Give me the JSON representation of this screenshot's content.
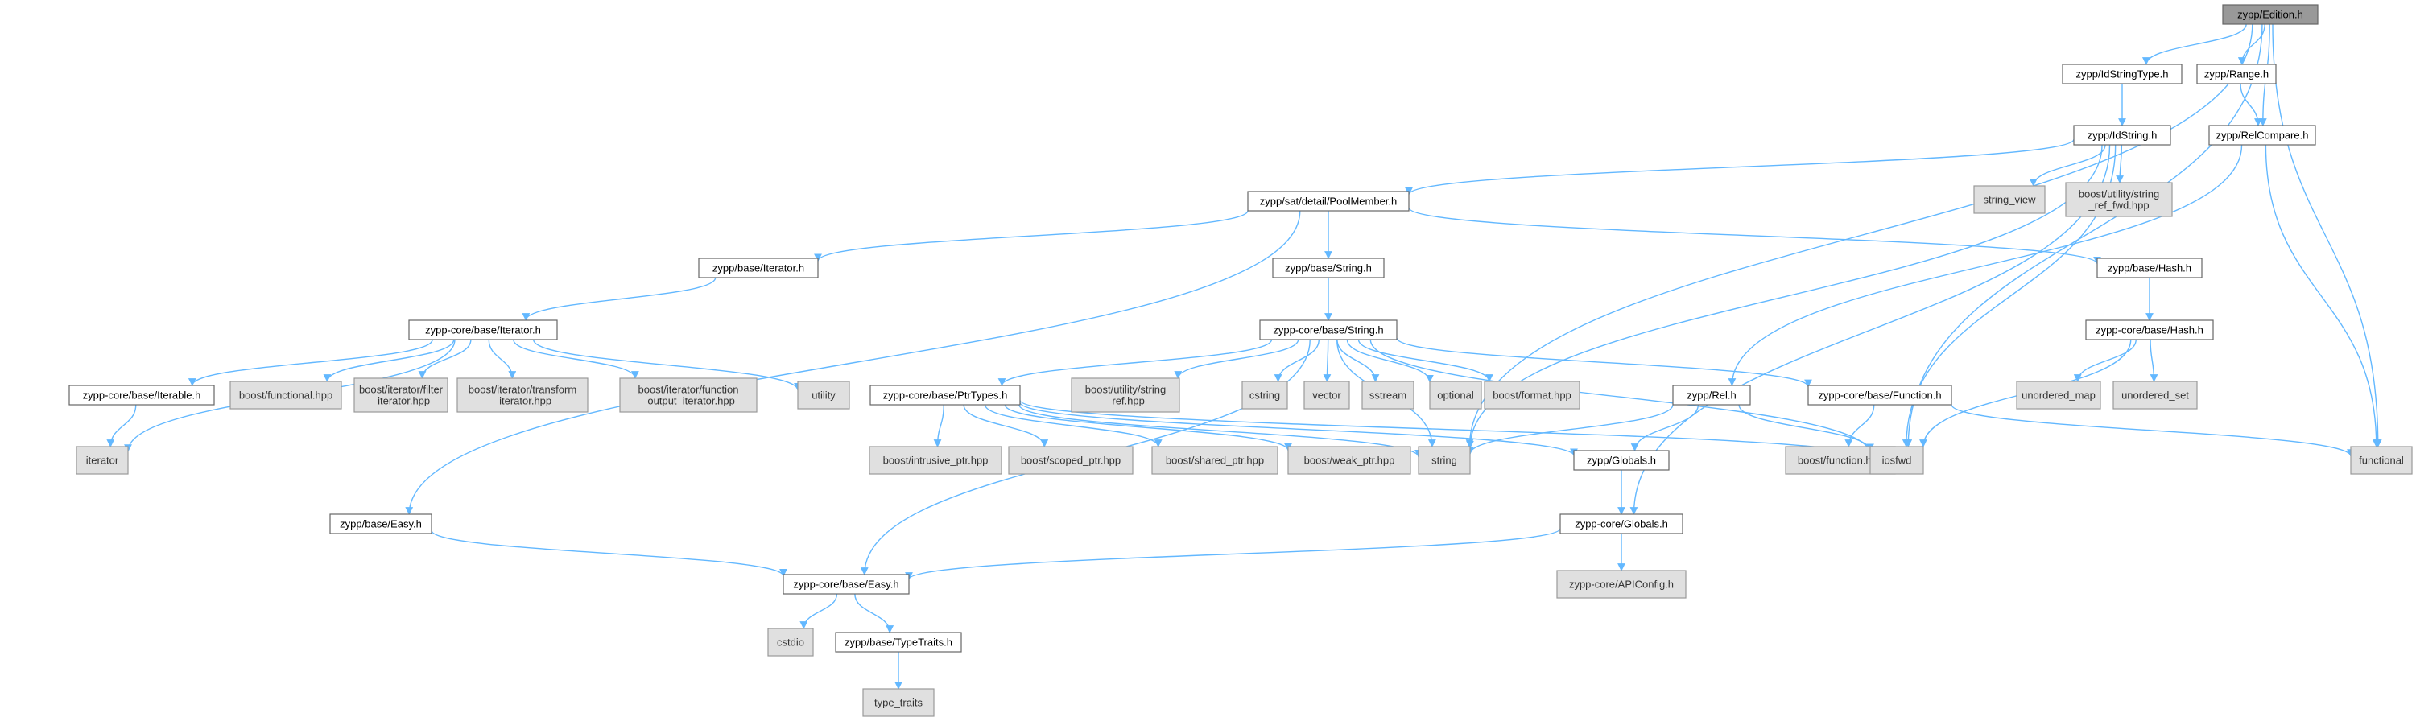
{
  "colors": {
    "edge": "#63b8ff",
    "local_fill": "#ffffff",
    "external_fill": "#e0e0e0",
    "root_fill": "#999999",
    "border": "#666666"
  },
  "nodes": [
    {
      "id": "edition",
      "label": "zypp/Edition.h",
      "kind": "root"
    },
    {
      "id": "idstringtype",
      "label": "zypp/IdStringType.h",
      "kind": "local"
    },
    {
      "id": "range",
      "label": "zypp/Range.h",
      "kind": "local"
    },
    {
      "id": "idstring",
      "label": "zypp/IdString.h",
      "kind": "local"
    },
    {
      "id": "relcompare",
      "label": "zypp/RelCompare.h",
      "kind": "local"
    },
    {
      "id": "string_view",
      "label": "string_view",
      "kind": "external"
    },
    {
      "id": "string_ref_fwd",
      "label": "boost/utility/string\n_ref_fwd.hpp",
      "kind": "external"
    },
    {
      "id": "poolmember",
      "label": "zypp/sat/detail/PoolMember.h",
      "kind": "local"
    },
    {
      "id": "base_iterator",
      "label": "zypp/base/Iterator.h",
      "kind": "local"
    },
    {
      "id": "base_string",
      "label": "zypp/base/String.h",
      "kind": "local"
    },
    {
      "id": "base_hash",
      "label": "zypp/base/Hash.h",
      "kind": "local"
    },
    {
      "id": "core_iterator",
      "label": "zypp-core/base/Iterator.h",
      "kind": "local"
    },
    {
      "id": "core_string",
      "label": "zypp-core/base/String.h",
      "kind": "local"
    },
    {
      "id": "core_hash",
      "label": "zypp-core/base/Hash.h",
      "kind": "local"
    },
    {
      "id": "core_iterable",
      "label": "zypp-core/base/Iterable.h",
      "kind": "local"
    },
    {
      "id": "boost_functional",
      "label": "boost/functional.hpp",
      "kind": "external"
    },
    {
      "id": "filter_iterator",
      "label": "boost/iterator/filter\n_iterator.hpp",
      "kind": "external"
    },
    {
      "id": "transform_iterator",
      "label": "boost/iterator/transform\n_iterator.hpp",
      "kind": "external"
    },
    {
      "id": "function_output_iterator",
      "label": "boost/iterator/function\n_output_iterator.hpp",
      "kind": "external"
    },
    {
      "id": "utility",
      "label": "utility",
      "kind": "external"
    },
    {
      "id": "iterator",
      "label": "iterator",
      "kind": "external"
    },
    {
      "id": "ptrtypes",
      "label": "zypp-core/base/PtrTypes.h",
      "kind": "local"
    },
    {
      "id": "string_ref",
      "label": "boost/utility/string\n_ref.hpp",
      "kind": "external"
    },
    {
      "id": "cstring",
      "label": "cstring",
      "kind": "external"
    },
    {
      "id": "vector",
      "label": "vector",
      "kind": "external"
    },
    {
      "id": "sstream",
      "label": "sstream",
      "kind": "external"
    },
    {
      "id": "optional",
      "label": "optional",
      "kind": "external"
    },
    {
      "id": "boost_format",
      "label": "boost/format.hpp",
      "kind": "external"
    },
    {
      "id": "rel",
      "label": "zypp/Rel.h",
      "kind": "local"
    },
    {
      "id": "core_function",
      "label": "zypp-core/base/Function.h",
      "kind": "local"
    },
    {
      "id": "unordered_map",
      "label": "unordered_map",
      "kind": "external"
    },
    {
      "id": "unordered_set",
      "label": "unordered_set",
      "kind": "external"
    },
    {
      "id": "intrusive_ptr",
      "label": "boost/intrusive_ptr.hpp",
      "kind": "external"
    },
    {
      "id": "scoped_ptr",
      "label": "boost/scoped_ptr.hpp",
      "kind": "external"
    },
    {
      "id": "shared_ptr",
      "label": "boost/shared_ptr.hpp",
      "kind": "external"
    },
    {
      "id": "weak_ptr",
      "label": "boost/weak_ptr.hpp",
      "kind": "external"
    },
    {
      "id": "string",
      "label": "string",
      "kind": "external"
    },
    {
      "id": "globals",
      "label": "zypp/Globals.h",
      "kind": "local"
    },
    {
      "id": "boost_function",
      "label": "boost/function.hpp",
      "kind": "external"
    },
    {
      "id": "iosfwd",
      "label": "iosfwd",
      "kind": "external"
    },
    {
      "id": "functional",
      "label": "functional",
      "kind": "external"
    },
    {
      "id": "base_easy",
      "label": "zypp/base/Easy.h",
      "kind": "local"
    },
    {
      "id": "core_globals",
      "label": "zypp-core/Globals.h",
      "kind": "local"
    },
    {
      "id": "core_easy",
      "label": "zypp-core/base/Easy.h",
      "kind": "local"
    },
    {
      "id": "apiconfig",
      "label": "zypp-core/APIConfig.h",
      "kind": "external"
    },
    {
      "id": "cstdio",
      "label": "cstdio",
      "kind": "external"
    },
    {
      "id": "typetraits",
      "label": "zypp/base/TypeTraits.h",
      "kind": "local"
    },
    {
      "id": "type_traits",
      "label": "type_traits",
      "kind": "external"
    }
  ],
  "edges": [
    [
      "edition",
      "idstringtype"
    ],
    [
      "edition",
      "range"
    ],
    [
      "edition",
      "relcompare"
    ],
    [
      "edition",
      "iosfwd"
    ],
    [
      "edition",
      "functional"
    ],
    [
      "edition",
      "string"
    ],
    [
      "idstringtype",
      "idstring"
    ],
    [
      "range",
      "relcompare"
    ],
    [
      "idstring",
      "string_view"
    ],
    [
      "idstring",
      "string_ref_fwd"
    ],
    [
      "idstring",
      "poolmember"
    ],
    [
      "idstring",
      "string"
    ],
    [
      "idstring",
      "iosfwd"
    ],
    [
      "idstring",
      "core_globals"
    ],
    [
      "relcompare",
      "functional"
    ],
    [
      "relcompare",
      "rel"
    ],
    [
      "poolmember",
      "base_iterator"
    ],
    [
      "poolmember",
      "base_string"
    ],
    [
      "poolmember",
      "base_hash"
    ],
    [
      "poolmember",
      "base_easy"
    ],
    [
      "base_iterator",
      "core_iterator"
    ],
    [
      "base_string",
      "core_string"
    ],
    [
      "base_hash",
      "core_hash"
    ],
    [
      "core_iterator",
      "core_iterable"
    ],
    [
      "core_iterator",
      "boost_functional"
    ],
    [
      "core_iterator",
      "filter_iterator"
    ],
    [
      "core_iterator",
      "transform_iterator"
    ],
    [
      "core_iterator",
      "function_output_iterator"
    ],
    [
      "core_iterator",
      "utility"
    ],
    [
      "core_iterator",
      "iterator"
    ],
    [
      "core_iterable",
      "iterator"
    ],
    [
      "core_string",
      "ptrtypes"
    ],
    [
      "core_string",
      "string_ref"
    ],
    [
      "core_string",
      "cstring"
    ],
    [
      "core_string",
      "vector"
    ],
    [
      "core_string",
      "sstream"
    ],
    [
      "core_string",
      "optional"
    ],
    [
      "core_string",
      "boost_format"
    ],
    [
      "core_string",
      "core_function"
    ],
    [
      "core_string",
      "string"
    ],
    [
      "core_string",
      "iosfwd"
    ],
    [
      "core_string",
      "core_easy"
    ],
    [
      "core_hash",
      "unordered_map"
    ],
    [
      "core_hash",
      "unordered_set"
    ],
    [
      "core_hash",
      "iosfwd"
    ],
    [
      "ptrtypes",
      "intrusive_ptr"
    ],
    [
      "ptrtypes",
      "scoped_ptr"
    ],
    [
      "ptrtypes",
      "shared_ptr"
    ],
    [
      "ptrtypes",
      "weak_ptr"
    ],
    [
      "ptrtypes",
      "string"
    ],
    [
      "ptrtypes",
      "iosfwd"
    ],
    [
      "ptrtypes",
      "globals"
    ],
    [
      "rel",
      "string"
    ],
    [
      "rel",
      "iosfwd"
    ],
    [
      "rel",
      "globals"
    ],
    [
      "core_function",
      "boost_function"
    ],
    [
      "core_function",
      "functional"
    ],
    [
      "globals",
      "core_globals"
    ],
    [
      "base_easy",
      "core_easy"
    ],
    [
      "core_globals",
      "apiconfig"
    ],
    [
      "core_globals",
      "core_easy"
    ],
    [
      "core_easy",
      "cstdio"
    ],
    [
      "core_easy",
      "typetraits"
    ],
    [
      "typetraits",
      "type_traits"
    ]
  ]
}
